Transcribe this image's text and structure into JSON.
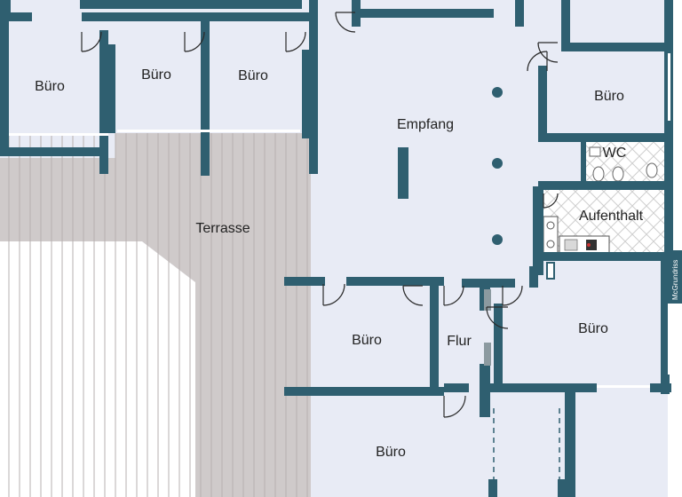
{
  "colors": {
    "floor": "#e8ebf5",
    "wall": "#2f5f70",
    "terrace": "#cfcaca",
    "terrace_plank": "#b9b3b3",
    "tile": "#ffffff",
    "tile_line": "#c9c9c9",
    "outside": "#ffffff"
  },
  "rooms": [
    {
      "id": "buero-nw",
      "label": "Büro"
    },
    {
      "id": "buero-n1",
      "label": "Büro"
    },
    {
      "id": "buero-n2",
      "label": "Büro"
    },
    {
      "id": "empfang",
      "label": "Empfang"
    },
    {
      "id": "buero-ne",
      "label": "Büro"
    },
    {
      "id": "wc",
      "label": "WC"
    },
    {
      "id": "aufenthalt",
      "label": "Aufenthalt"
    },
    {
      "id": "terrasse",
      "label": "Terrasse"
    },
    {
      "id": "buero-c",
      "label": "Büro"
    },
    {
      "id": "flur",
      "label": "Flur"
    },
    {
      "id": "buero-e",
      "label": "Büro"
    },
    {
      "id": "buero-s",
      "label": "Büro"
    }
  ],
  "watermark": "McGrundriss"
}
